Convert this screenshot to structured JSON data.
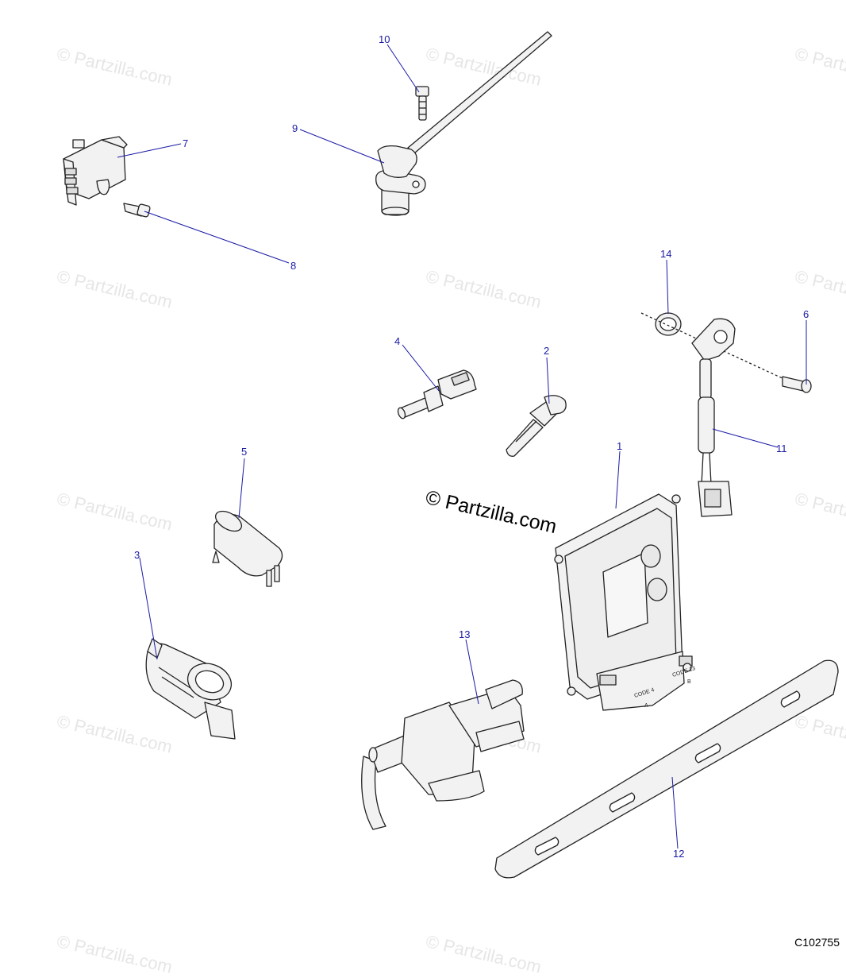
{
  "watermark": {
    "main_text": "© Partzilla.com",
    "faint_text": "© Partzilla.com"
  },
  "diagram_code": "C102755",
  "callouts": [
    {
      "number": "1",
      "part": "ecu-module"
    },
    {
      "number": "2",
      "part": "sensor-2"
    },
    {
      "number": "3",
      "part": "switch-connector"
    },
    {
      "number": "4",
      "part": "temperature-sensor"
    },
    {
      "number": "5",
      "part": "relay"
    },
    {
      "number": "6",
      "part": "screw"
    },
    {
      "number": "7",
      "part": "map-sensor"
    },
    {
      "number": "8",
      "part": "bolt"
    },
    {
      "number": "9",
      "part": "speed-sensor"
    },
    {
      "number": "10",
      "part": "bolt"
    },
    {
      "number": "11",
      "part": "position-sensor-harness"
    },
    {
      "number": "12",
      "part": "mounting-bracket"
    },
    {
      "number": "13",
      "part": "purge-valve"
    },
    {
      "number": "14",
      "part": "o-ring"
    }
  ],
  "colors": {
    "callout": "#1a1aa6",
    "part_outline": "#222222",
    "part_fill": "#f2f2f2",
    "watermark": "#e6e6e6"
  },
  "ecu_labels": {
    "code_a": "CODE 4",
    "code_a_letter": "A",
    "code_b": "CODE 13",
    "code_b_letter": "B"
  }
}
